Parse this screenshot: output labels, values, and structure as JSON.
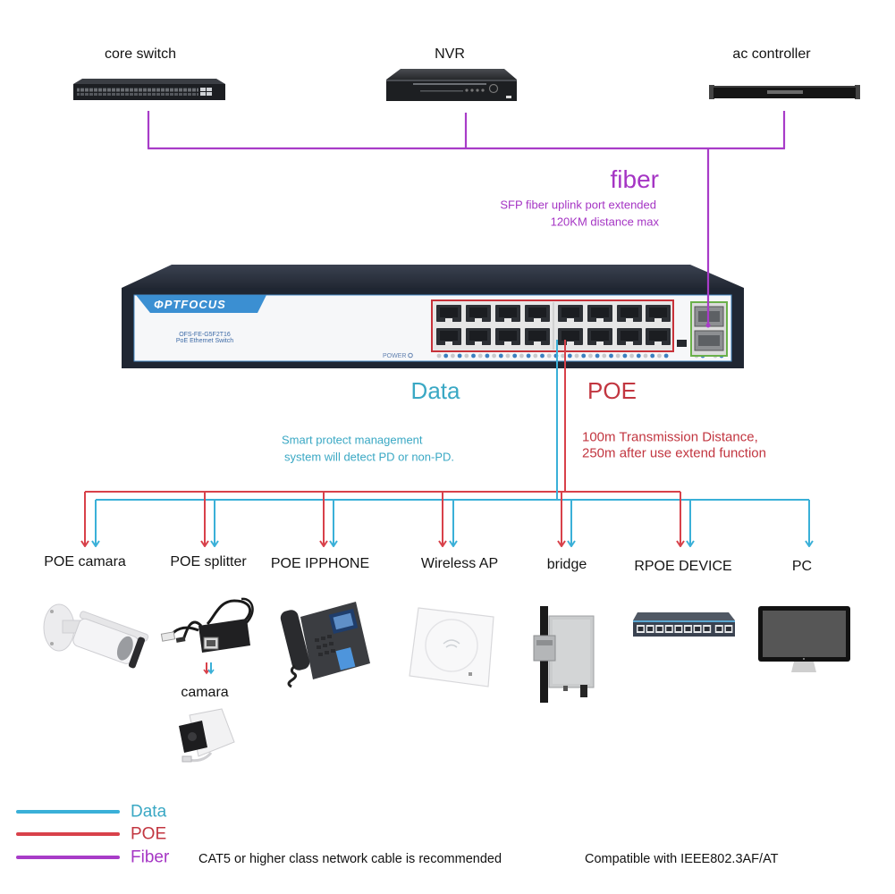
{
  "colors": {
    "data": "#3ab0d8",
    "poe": "#d8414a",
    "fiber": "#a83cc8",
    "data_text": "#3aa8c4",
    "poe_text": "#c23640",
    "fiber_text": "#a535c4"
  },
  "top_devices": [
    {
      "label": "core switch",
      "icon": "core-switch-icon"
    },
    {
      "label": "NVR",
      "icon": "nvr-icon"
    },
    {
      "label": "ac controller",
      "icon": "ac-controller-icon"
    }
  ],
  "fiber": {
    "title": "fiber",
    "line1": "SFP fiber uplink port extended",
    "line2": "120KM distance max"
  },
  "switch": {
    "brand": "ΦPTFOCUS",
    "model": "OFS-FE-G5F2T16",
    "type": "PoE Ethernet Switch",
    "power_label": "POWER",
    "rj45_ports": 16,
    "sfp_ports": 2
  },
  "branches": {
    "data": {
      "title": "Data",
      "line1": "Smart protect management",
      "line2": "system will detect PD or non-PD."
    },
    "poe": {
      "title": "POE",
      "line1": "100m Transmission Distance,",
      "line2": "250m after use extend function"
    }
  },
  "endpoints": [
    {
      "label": "POE camara",
      "poe": true,
      "data": true
    },
    {
      "label": "POE splitter",
      "poe": true,
      "data": true
    },
    {
      "label": "POE IPPHONE",
      "poe": true,
      "data": true
    },
    {
      "label": "Wireless AP",
      "poe": true,
      "data": true
    },
    {
      "label": "bridge",
      "poe": true,
      "data": true
    },
    {
      "label": "RPOE DEVICE",
      "poe": true,
      "data": true
    },
    {
      "label": "PC",
      "poe": false,
      "data": true
    }
  ],
  "splitter_output": {
    "label": "camara"
  },
  "legend": [
    {
      "label": "Data"
    },
    {
      "label": "POE"
    },
    {
      "label": "Fiber"
    }
  ],
  "footer": {
    "cable_note": "CAT5 or higher class network cable is recommended",
    "compat_note": "Compatible with IEEE802.3AF/AT"
  }
}
